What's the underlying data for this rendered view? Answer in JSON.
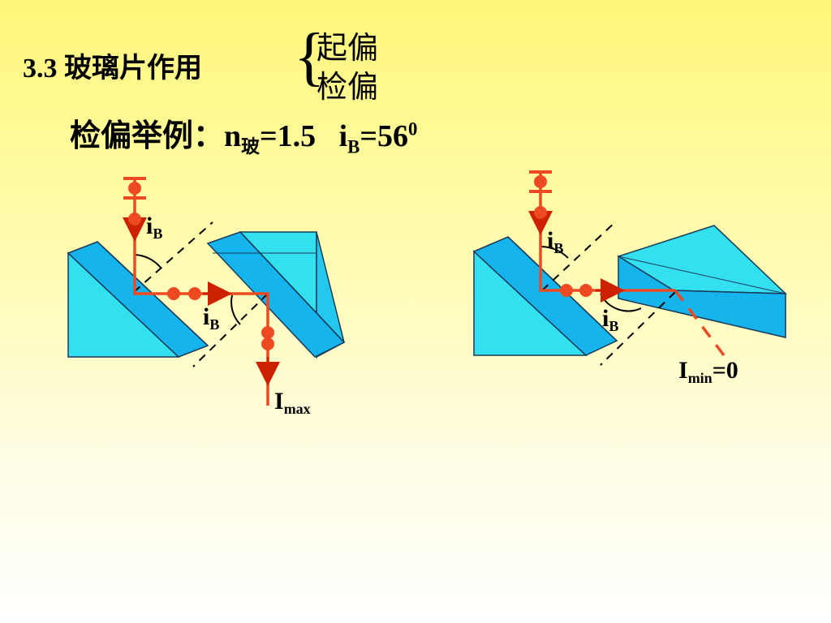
{
  "section": {
    "number": "3.3",
    "title": "玻璃片作用"
  },
  "brace": "{",
  "options": {
    "polarize": "起偏",
    "analyze": "检偏"
  },
  "example": {
    "label": "检偏举例：",
    "n_symbol": "n",
    "n_sub": "玻",
    "n_value": "=1.5",
    "i_symbol": "i",
    "i_sub": "B",
    "i_value": "=56",
    "i_sup": "0"
  },
  "left_diagram": {
    "angle_top": {
      "symbol": "i",
      "sub": "B"
    },
    "angle_bottom": {
      "symbol": "i",
      "sub": "B"
    },
    "output": {
      "symbol": "I",
      "sub": "max"
    }
  },
  "right_diagram": {
    "angle_top": {
      "symbol": "i",
      "sub": "B"
    },
    "angle_bottom": {
      "symbol": "i",
      "sub": "B"
    },
    "output": {
      "symbol": "I",
      "sub": "min",
      "value": "=0"
    }
  },
  "colors": {
    "glass_light": "#33e0f0",
    "glass_dark": "#16b4ec",
    "glass_stroke": "#1a3a5a",
    "ray": "#ee4a22",
    "arrow": "#cc2200",
    "dashed": "#000000"
  }
}
